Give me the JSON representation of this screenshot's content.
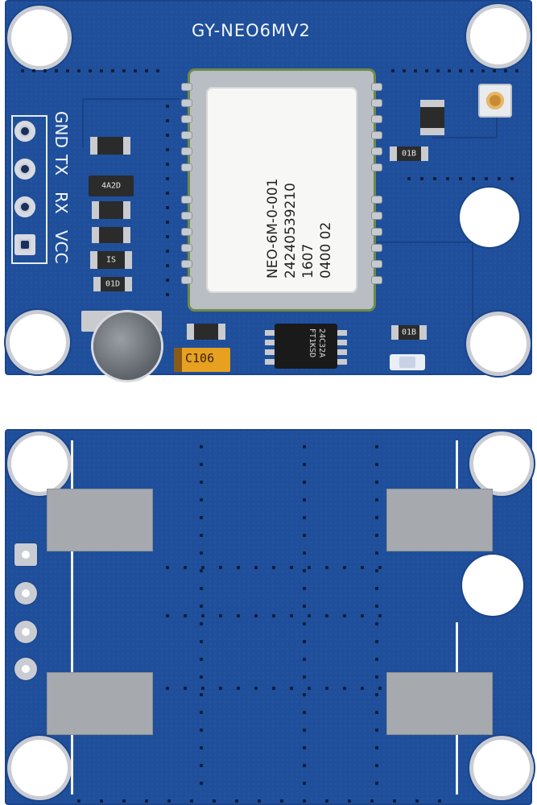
{
  "top_board": {
    "model_label": "GY-NEO6MV2",
    "pin_labels": [
      "VCC",
      "RX",
      "TX",
      "GND"
    ],
    "module_text": [
      "NEO-6M-0-001",
      "24240539210",
      "1607",
      "0400  02"
    ],
    "component_labels": {
      "regulator": "4A2D",
      "tantalum": "C106",
      "eeprom": [
        "24C32A",
        "FT1KSD"
      ],
      "resistor_a": "01D",
      "resistor_b": "01B",
      "resistor_c": "01B",
      "small_cap": "IS"
    }
  },
  "colors": {
    "pcb_blue": "#1f4f9b",
    "silkscreen": "#f4f6fb",
    "pad_silver": "#a6a9ad",
    "tantalum_orange": "#e7a020",
    "shield_white": "#f7f7f5"
  },
  "icons": [
    "mounting-hole-icon",
    "antenna-connector-icon",
    "battery-icon",
    "led-icon"
  ]
}
